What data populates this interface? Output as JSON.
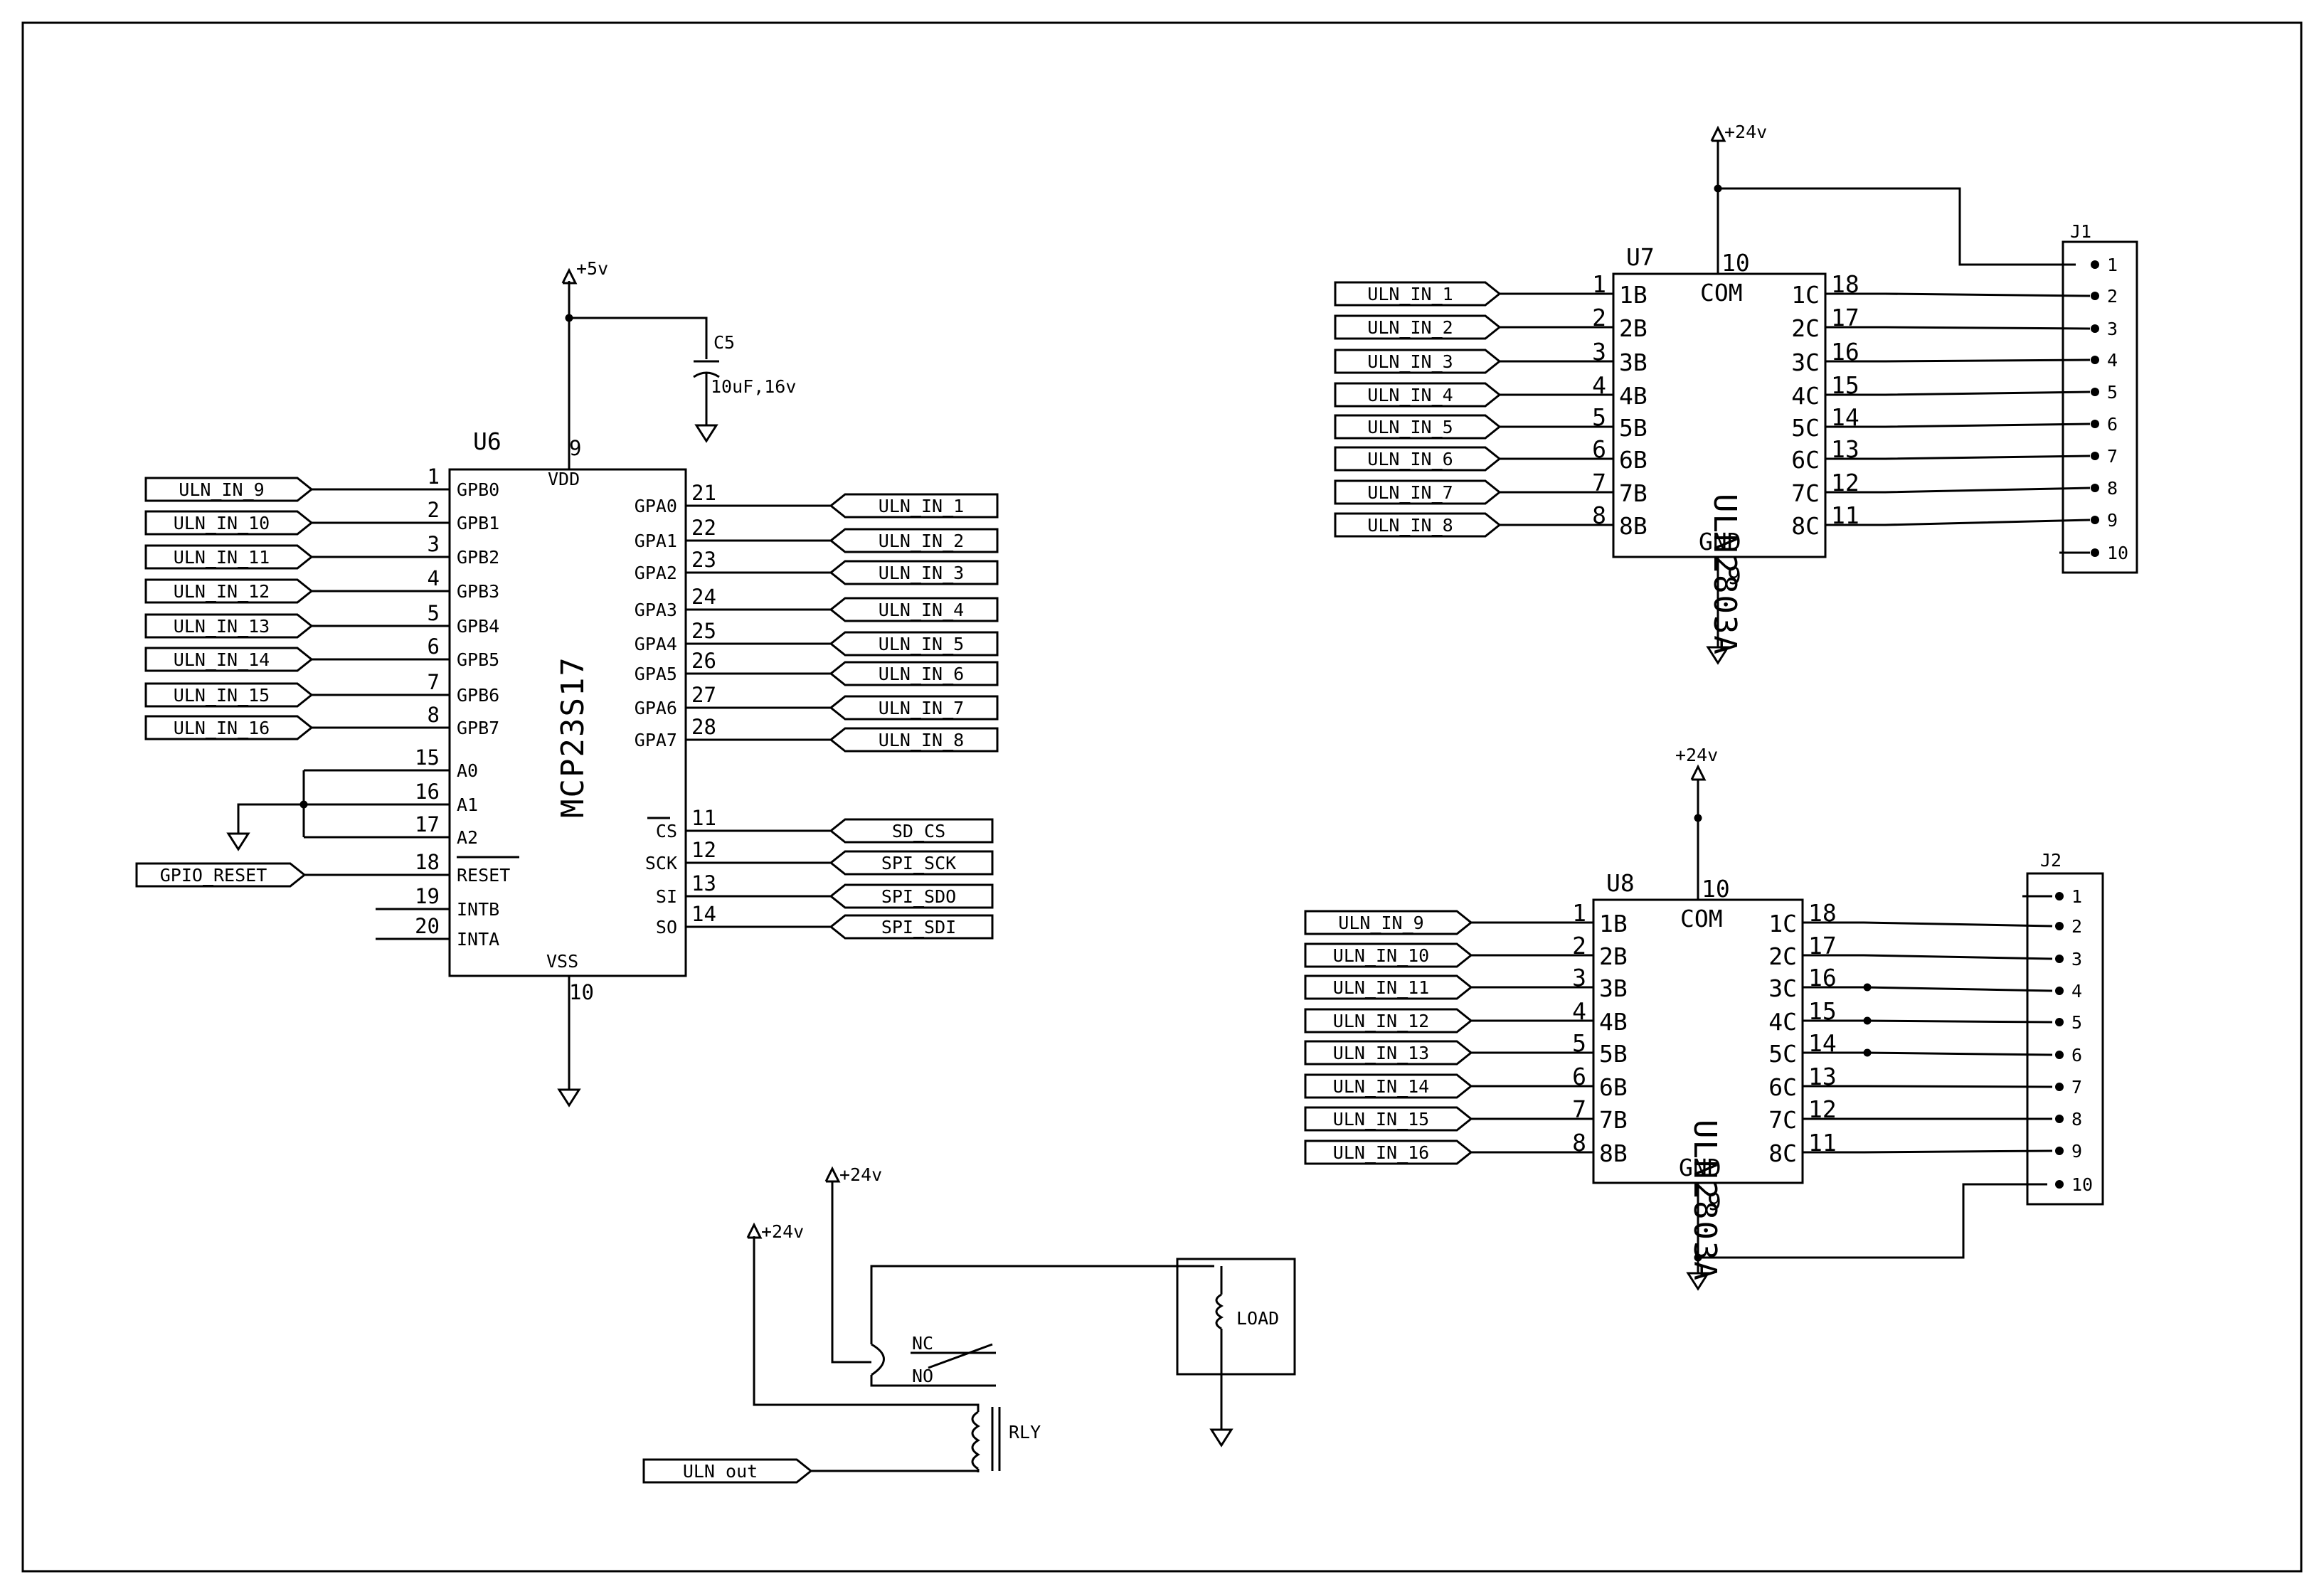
{
  "u6": {
    "ref": "U6",
    "part": "MCP23S17",
    "vdd_label": "VDD",
    "vdd_pin": "9",
    "vss_label": "VSS",
    "vss_pin": "10",
    "left_pins": [
      {
        "num": "1",
        "name": "GPB0",
        "net": "ULN_IN_9"
      },
      {
        "num": "2",
        "name": "GPB1",
        "net": "ULN_IN_10"
      },
      {
        "num": "3",
        "name": "GPB2",
        "net": "ULN_IN_11"
      },
      {
        "num": "4",
        "name": "GPB3",
        "net": "ULN_IN_12"
      },
      {
        "num": "5",
        "name": "GPB4",
        "net": "ULN_IN_13"
      },
      {
        "num": "6",
        "name": "GPB5",
        "net": "ULN_IN_14"
      },
      {
        "num": "7",
        "name": "GPB6",
        "net": "ULN_IN_15"
      },
      {
        "num": "8",
        "name": "GPB7",
        "net": "ULN_IN_16"
      },
      {
        "num": "15",
        "name": "A0",
        "net": ""
      },
      {
        "num": "16",
        "name": "A1",
        "net": ""
      },
      {
        "num": "17",
        "name": "A2",
        "net": ""
      },
      {
        "num": "18",
        "name": "RESET",
        "net": "GPIO_RESET"
      },
      {
        "num": "19",
        "name": "INTB",
        "net": ""
      },
      {
        "num": "20",
        "name": "INTA",
        "net": ""
      }
    ],
    "right_pins": [
      {
        "num": "21",
        "name": "GPA0",
        "net": "ULN_IN_1"
      },
      {
        "num": "22",
        "name": "GPA1",
        "net": "ULN_IN_2"
      },
      {
        "num": "23",
        "name": "GPA2",
        "net": "ULN_IN_3"
      },
      {
        "num": "24",
        "name": "GPA3",
        "net": "ULN_IN_4"
      },
      {
        "num": "25",
        "name": "GPA4",
        "net": "ULN_IN_5"
      },
      {
        "num": "26",
        "name": "GPA5",
        "net": "ULN_IN_6"
      },
      {
        "num": "27",
        "name": "GPA6",
        "net": "ULN_IN_7"
      },
      {
        "num": "28",
        "name": "GPA7",
        "net": "ULN_IN_8"
      },
      {
        "num": "11",
        "name": "CS",
        "net": "SD_CS"
      },
      {
        "num": "12",
        "name": "SCK",
        "net": "SPI_SCK"
      },
      {
        "num": "13",
        "name": "SI",
        "net": "SPI_SDO"
      },
      {
        "num": "14",
        "name": "SO",
        "net": "SPI_SDI"
      }
    ]
  },
  "c5": {
    "ref": "C5",
    "value": "10uF,16v"
  },
  "power": {
    "v5": "+5v",
    "v24": "+24v"
  },
  "u7": {
    "ref": "U7",
    "part": "ULN2803A",
    "com": "COM",
    "com_pin": "10",
    "gnd": "GND",
    "gnd_pin": "9",
    "inputs": [
      {
        "num": "1",
        "name": "1B",
        "net": "ULN_IN_1"
      },
      {
        "num": "2",
        "name": "2B",
        "net": "ULN_IN_2"
      },
      {
        "num": "3",
        "name": "3B",
        "net": "ULN_IN_3"
      },
      {
        "num": "4",
        "name": "4B",
        "net": "ULN_IN_4"
      },
      {
        "num": "5",
        "name": "5B",
        "net": "ULN_IN_5"
      },
      {
        "num": "6",
        "name": "6B",
        "net": "ULN_IN_6"
      },
      {
        "num": "7",
        "name": "7B",
        "net": "ULN_IN_7"
      },
      {
        "num": "8",
        "name": "8B",
        "net": "ULN_IN_8"
      }
    ],
    "outputs": [
      {
        "num": "18",
        "name": "1C"
      },
      {
        "num": "17",
        "name": "2C"
      },
      {
        "num": "16",
        "name": "3C"
      },
      {
        "num": "15",
        "name": "4C"
      },
      {
        "num": "14",
        "name": "5C"
      },
      {
        "num": "13",
        "name": "6C"
      },
      {
        "num": "12",
        "name": "7C"
      },
      {
        "num": "11",
        "name": "8C"
      }
    ]
  },
  "u8": {
    "ref": "U8",
    "part": "ULN2803A",
    "com": "COM",
    "com_pin": "10",
    "gnd": "GND",
    "gnd_pin": "9",
    "inputs": [
      {
        "num": "1",
        "name": "1B",
        "net": "ULN_IN_9"
      },
      {
        "num": "2",
        "name": "2B",
        "net": "ULN_IN_10"
      },
      {
        "num": "3",
        "name": "3B",
        "net": "ULN_IN_11"
      },
      {
        "num": "4",
        "name": "4B",
        "net": "ULN_IN_12"
      },
      {
        "num": "5",
        "name": "5B",
        "net": "ULN_IN_13"
      },
      {
        "num": "6",
        "name": "6B",
        "net": "ULN_IN_14"
      },
      {
        "num": "7",
        "name": "7B",
        "net": "ULN_IN_15"
      },
      {
        "num": "8",
        "name": "8B",
        "net": "ULN_IN_16"
      }
    ],
    "outputs": [
      {
        "num": "18",
        "name": "1C"
      },
      {
        "num": "17",
        "name": "2C"
      },
      {
        "num": "16",
        "name": "3C"
      },
      {
        "num": "15",
        "name": "4C"
      },
      {
        "num": "14",
        "name": "5C"
      },
      {
        "num": "13",
        "name": "6C"
      },
      {
        "num": "12",
        "name": "7C"
      },
      {
        "num": "11",
        "name": "8C"
      }
    ]
  },
  "j1": {
    "ref": "J1",
    "pins": [
      "1",
      "2",
      "3",
      "4",
      "5",
      "6",
      "7",
      "8",
      "9",
      "10"
    ]
  },
  "j2": {
    "ref": "J2",
    "pins": [
      "1",
      "2",
      "3",
      "4",
      "5",
      "6",
      "7",
      "8",
      "9",
      "10"
    ]
  },
  "relay": {
    "ref": "RLY",
    "nc": "NC",
    "no": "NO",
    "load": "LOAD",
    "input_net": "ULN out"
  }
}
